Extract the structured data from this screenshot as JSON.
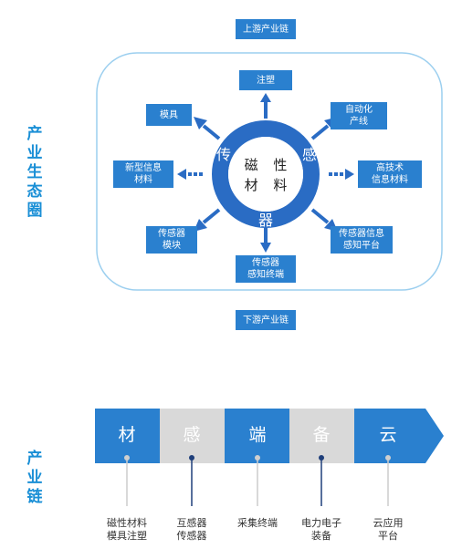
{
  "colors": {
    "blue": "#2a80cf",
    "ring": "#2a6cc4",
    "light_line": "#9ccfef",
    "grey_segment": "#d9d9d9",
    "label_blue": "#1a8fd6"
  },
  "ecosystem": {
    "side_label": "产业生态圈",
    "upstream": "上游产业链",
    "downstream": "下游产业链",
    "core": {
      "line1": "磁 性",
      "line2": "材 料"
    },
    "ring_chars": {
      "left": "传",
      "right": "感",
      "bottom": "器"
    },
    "nodes": {
      "top": "注塑",
      "top_left": "模具",
      "top_right": "自动化\n产线",
      "left": "新型信息\n材料",
      "right": "高技术\n信息材料",
      "bottom_left": "传感器\n模块",
      "bottom_right": "传感器信息\n感知平台",
      "bottom": "传感器\n感知终端"
    }
  },
  "chain": {
    "side_label": "产业链",
    "stages": [
      {
        "char": "材",
        "label": "磁性材料\n模具注塑"
      },
      {
        "char": "感",
        "label": "互感器\n传感器"
      },
      {
        "char": "端",
        "label": "采集终端"
      },
      {
        "char": "备",
        "label": "电力电子\n装备"
      },
      {
        "char": "云",
        "label": "云应用\n平台"
      }
    ]
  }
}
